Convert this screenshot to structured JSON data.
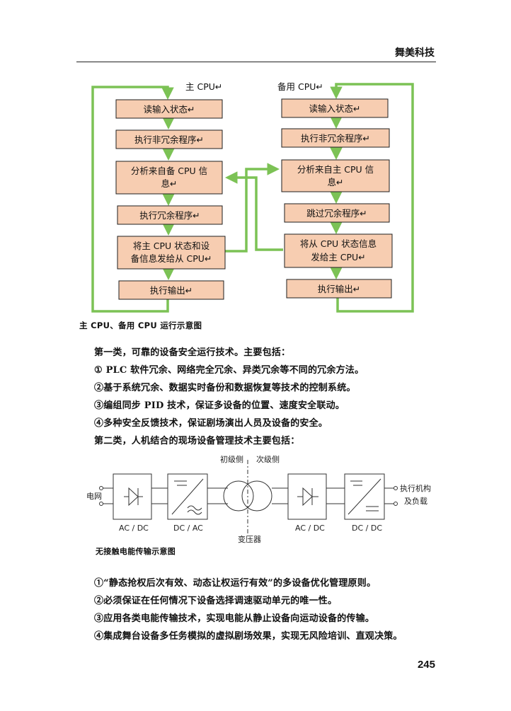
{
  "header": {
    "title": "舞美科技"
  },
  "figure1": {
    "main_cpu_label": "主 CPU↵",
    "backup_cpu_label": "备用 CPU↵",
    "left_boxes": [
      [
        "读输入状态↵"
      ],
      [
        "执行非冗余程序↵"
      ],
      [
        "分析来自备 CPU 信",
        "息↵"
      ],
      [
        "执行冗余程序↵"
      ],
      [
        "将主 CPU 状态和设",
        "备信息发给从 CPU↵"
      ],
      [
        "执行输出↵"
      ]
    ],
    "right_boxes": [
      [
        "读输入状态↵"
      ],
      [
        "执行非冗余程序↵"
      ],
      [
        "分析来自主 CPU 信",
        "息↵"
      ],
      [
        "跳过冗余程序↵"
      ],
      [
        "将从 CPU 状态信息",
        "发给主 CPU↵"
      ],
      [
        "执行输出↵"
      ]
    ],
    "caption": "主 CPU、备用 CPU 运行示意图"
  },
  "paragraphs1": [
    "第一类，可靠的设备安全运行技术。主要包括：",
    "① PLC 软件冗余、网络完全冗余、异类冗余等不同的冗余方法。",
    "②基于系统冗余、数据实时备份和数据恢复等技术的控制系统。",
    "③编组同步 PID 技术，保证多设备的位置、速度安全联动。",
    "④多种安全反馈技术，保证剧场演出人员及设备的安全。",
    "第二类，人机结合的现场设备管理技术主要包括："
  ],
  "figure2": {
    "label_grid": "电网",
    "label_primary": "初级侧",
    "label_secondary": "次级侧",
    "label_output_1": "执行机构",
    "label_output_2": "及负载",
    "label_transformer": "变压器",
    "stage_labels": [
      "AC / DC",
      "DC / AC",
      "AC / DC",
      "DC / DC"
    ],
    "caption": "无接触电能传输示意图"
  },
  "paragraphs2": [
    "①“静态抢权后次有效、动态让权运行有效”的多设备优化管理原则。",
    "②必须保证在任何情况下设备选择调速驱动单元的唯一性。",
    "③应用各类电能传输技术，实现电能从静止设备向运动设备的传输。",
    "④集成舞台设备多任务模拟的虚拟剧场效果，实现无风险培训、直观决策。"
  ],
  "page_number": "245",
  "colors": {
    "box_fill": "#f7cdb1",
    "flow_green": "#7cc255"
  }
}
